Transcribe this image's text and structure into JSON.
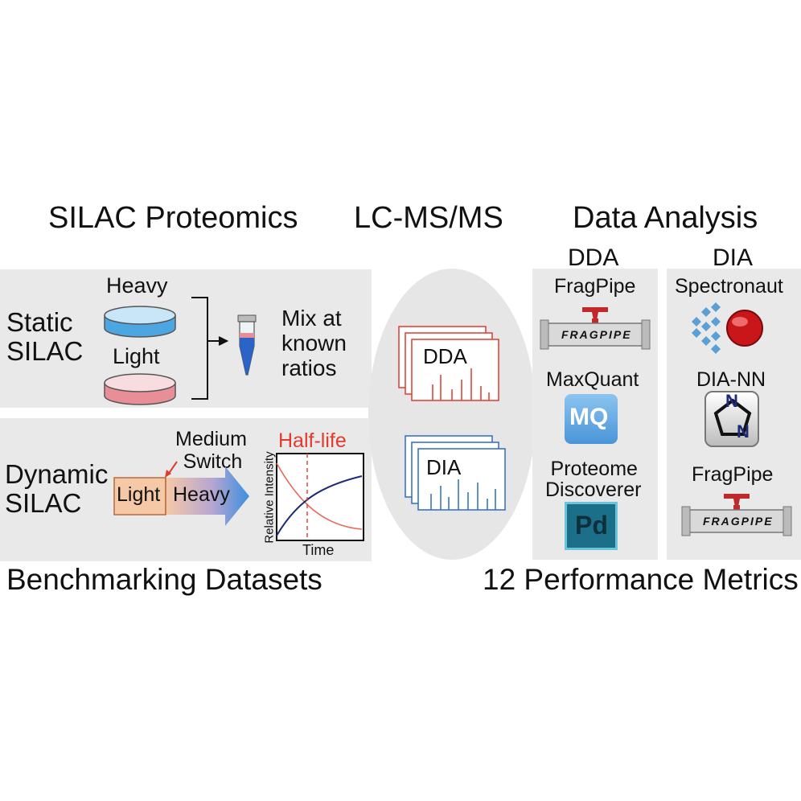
{
  "headings": {
    "silac": "SILAC Proteomics",
    "lcms": "LC-MS/MS",
    "analysis": "Data Analysis",
    "benchmark": "Benchmarking Datasets",
    "metrics": "12 Performance Metrics"
  },
  "static_silac": {
    "label_line1": "Static",
    "label_line2": "SILAC",
    "heavy": "Heavy",
    "light": "Light",
    "mix_line1": "Mix at",
    "mix_line2": "known",
    "mix_line3": "ratios"
  },
  "dynamic_silac": {
    "label_line1": "Dynamic",
    "label_line2": "SILAC",
    "switch_line1": "Medium",
    "switch_line2": "Switch",
    "bar_light": "Light",
    "bar_heavy": "Heavy",
    "halflife": "Half-life",
    "ylabel": "Relative Intensity",
    "xlabel": "Time"
  },
  "lcms": {
    "dda": "DDA",
    "dia": "DIA"
  },
  "dda_column": {
    "title": "DDA",
    "tools": [
      "FragPipe",
      "MaxQuant",
      "Proteome",
      "Discoverer"
    ],
    "logo_fragpipe": "FRAGPIPE",
    "logo_mq": "MQ",
    "logo_pd": "Pd"
  },
  "dia_column": {
    "title": "DIA",
    "tools": [
      "Spectronaut",
      "DIA-NN",
      "FragPipe"
    ],
    "logo_fragpipe": "FRAGPIPE",
    "logo_diann_n1": "N",
    "logo_diann_n2": "N"
  },
  "colors": {
    "panel": "#e9e9e9",
    "dda_red": "#e0473a",
    "dia_blue": "#3a75c4",
    "halflife_red": "#e23b2e",
    "decay_red": "#e66a5a",
    "growth_navy": "#1c2a78",
    "light_orange": "#f5c6a5",
    "heavy_blue": "#3c8fe0",
    "mq_blue": "#5ea9e5",
    "pd_teal": "#1d7f9a"
  }
}
